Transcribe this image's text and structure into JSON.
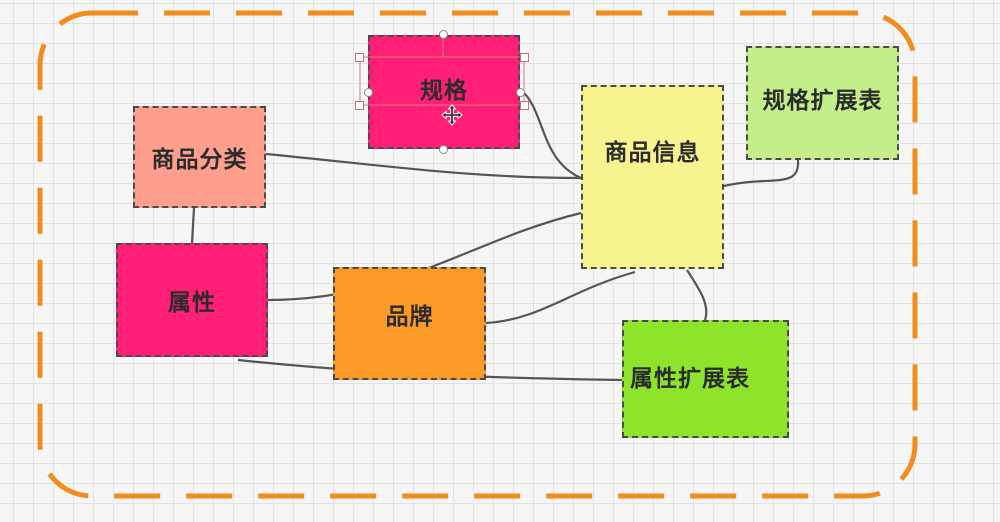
{
  "diagram": {
    "nodes": {
      "spec": {
        "label": "规格",
        "color": "#ff1f77"
      },
      "category": {
        "label": "商品分类",
        "color": "#fd9f8c"
      },
      "product_info": {
        "label": "商品信息",
        "color": "#f7f48f"
      },
      "spec_ext": {
        "label": "规格扩展表",
        "color": "#c4ee8a"
      },
      "attribute": {
        "label": "属性",
        "color": "#ff1f77"
      },
      "brand": {
        "label": "品牌",
        "color": "#fb9a27"
      },
      "attr_ext": {
        "label": "属性扩展表",
        "color": "#8ee42b"
      }
    },
    "boundary_color": "#f28c1c",
    "edge_color": "#555555",
    "selected_node": "spec"
  }
}
